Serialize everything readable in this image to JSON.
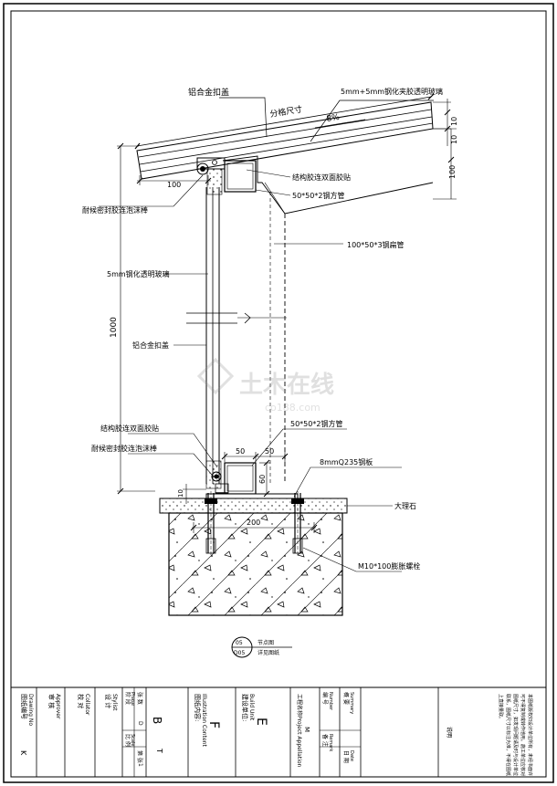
{
  "labels": {
    "aluminum_cap_top": "铝合金扣盖",
    "glass_laminated": "5mm+5mm钢化夹胶透明玻璃",
    "grid_size": "分格尺寸",
    "slope": "8%",
    "dim_100_top": "100",
    "dim_100_right": "100",
    "dim_1000": "1000",
    "dim_small_1": "10",
    "dim_small_2": "10",
    "struct_glue_top": "结构胶连双面胶贴",
    "square_tube_top": "50*50*2钢方管",
    "weather_seal_top": "耐候密封胶连泡沫棒",
    "flat_tube": "100*50*3钢扁管",
    "glass_tempered": "5mm钢化透明玻璃",
    "aluminum_cap_mid": "铝合金扣盖",
    "struct_glue_bottom": "结构胶连双面胶贴",
    "weather_seal_bottom": "耐候密封胶连泡沫棒",
    "square_tube_bottom": "50*50*2钢方管",
    "dim_50_a": "50",
    "dim_50_b": "50",
    "dim_60": "60",
    "dim_10_left": "10",
    "steel_plate": "8mmQ235钢板",
    "marble": "大理石",
    "dim_200": "200",
    "anchor_bolt": "M10*100膨胀螺栓",
    "watermark_main": "土木在线",
    "watermark_sub": "co188.com"
  },
  "detail_tag": {
    "top_code": "05",
    "bottom_code": "D05",
    "right_line1": "节点图",
    "right_line2": "详见图纸"
  },
  "title_block": {
    "drawing_no_label": "图纸编号",
    "drawing_no_en": "Drawing No",
    "drawing_no_value": "K",
    "approve_label": "审 核",
    "approve_en": "Approver",
    "check_label": "校 对",
    "check_en": "Collator",
    "design_label": "设 计",
    "design_en": "Stylist",
    "phase_label": "阶 段",
    "phase_en": "Phase",
    "phase_value": "B",
    "scale_label": "比 例",
    "scale_en": "Scale",
    "scale_value": "1",
    "qty_label": "张 数",
    "qty_value": "D",
    "sheet_label": "第 张",
    "sheet_value": "T",
    "content_label": "图纸内容:",
    "content_en": "Illustration Content",
    "content_value": "F",
    "unit_label": "建设单位:",
    "unit_en": "Build Unit",
    "unit_value": "E",
    "project_label": "工程名称Project Appellation",
    "project_value": "M",
    "number_label": "编 号",
    "number_en": "Number",
    "date_label": "日 期",
    "date_en": "Date",
    "remark_label": "备 注",
    "remark_en": "Remark",
    "summary_label": "概 要",
    "summary_en": "Summary",
    "notes_heading": "说明",
    "notes_text": "本图纸版权归设计单位所有，未经书面许可不得复制或转作他用。施工单位应核对图纸尺寸，如发现问题请及时与设计单位联系，图纸尺寸以标注为准，不得在图纸上直接量取。"
  }
}
